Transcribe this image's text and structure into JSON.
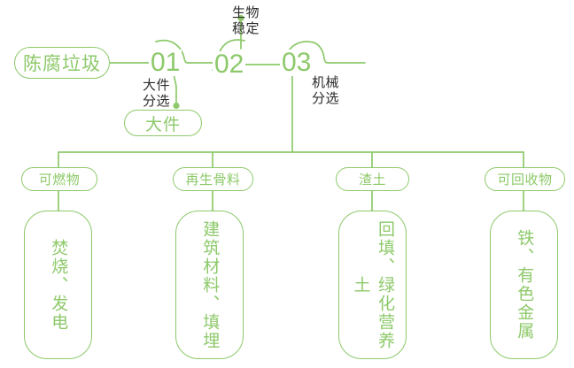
{
  "theme": {
    "accent": "#8dc96a",
    "text_dark": "#2b2b2b",
    "background": "#ffffff"
  },
  "diagram": {
    "type": "process-flow",
    "title_text": "",
    "source_node": {
      "label": "陈腐垃圾"
    },
    "stages": [
      {
        "number": "01",
        "annotation": "大件\n分选"
      },
      {
        "number": "02",
        "annotation": "生物\n稳定"
      },
      {
        "number": "03",
        "annotation": "机械\n分选"
      }
    ],
    "branch_outputs": [
      {
        "label": "大件"
      }
    ],
    "categories": [
      {
        "label": "可燃物",
        "detail": "焚烧、发电"
      },
      {
        "label": "再生骨料",
        "detail": "建筑材料、填埋"
      },
      {
        "label": "渣土",
        "detail": "回填、绿化营养土"
      },
      {
        "label": "可回收物",
        "detail": "铁、有色金属"
      }
    ]
  }
}
